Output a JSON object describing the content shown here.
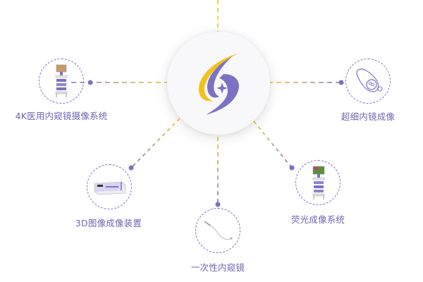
{
  "diagram": {
    "center": {
      "name": "company-logo",
      "colors": {
        "gold": "#f2c21b",
        "purple": "#7b72c4"
      }
    },
    "colors": {
      "line_gold": "#f2c21b",
      "line_purple": "#7b72c4",
      "label": "#6e66b0",
      "dot": "#7b72c4"
    },
    "nodes": [
      {
        "id": "4k",
        "label": "4K医用内窥镜摄像系统",
        "icon": "endoscope-cart-icon"
      },
      {
        "id": "ultrafine",
        "label": "超细内镜成像",
        "icon": "ultrafine-endoscope-tip-icon"
      },
      {
        "id": "3d",
        "label": "3D图像成像装置",
        "icon": "imaging-device-icon"
      },
      {
        "id": "disposable",
        "label": "一次性内窥镜",
        "icon": "disposable-endoscope-icon"
      },
      {
        "id": "fluorescence",
        "label": "荧光成像系统",
        "icon": "fluorescence-cart-icon"
      }
    ]
  }
}
